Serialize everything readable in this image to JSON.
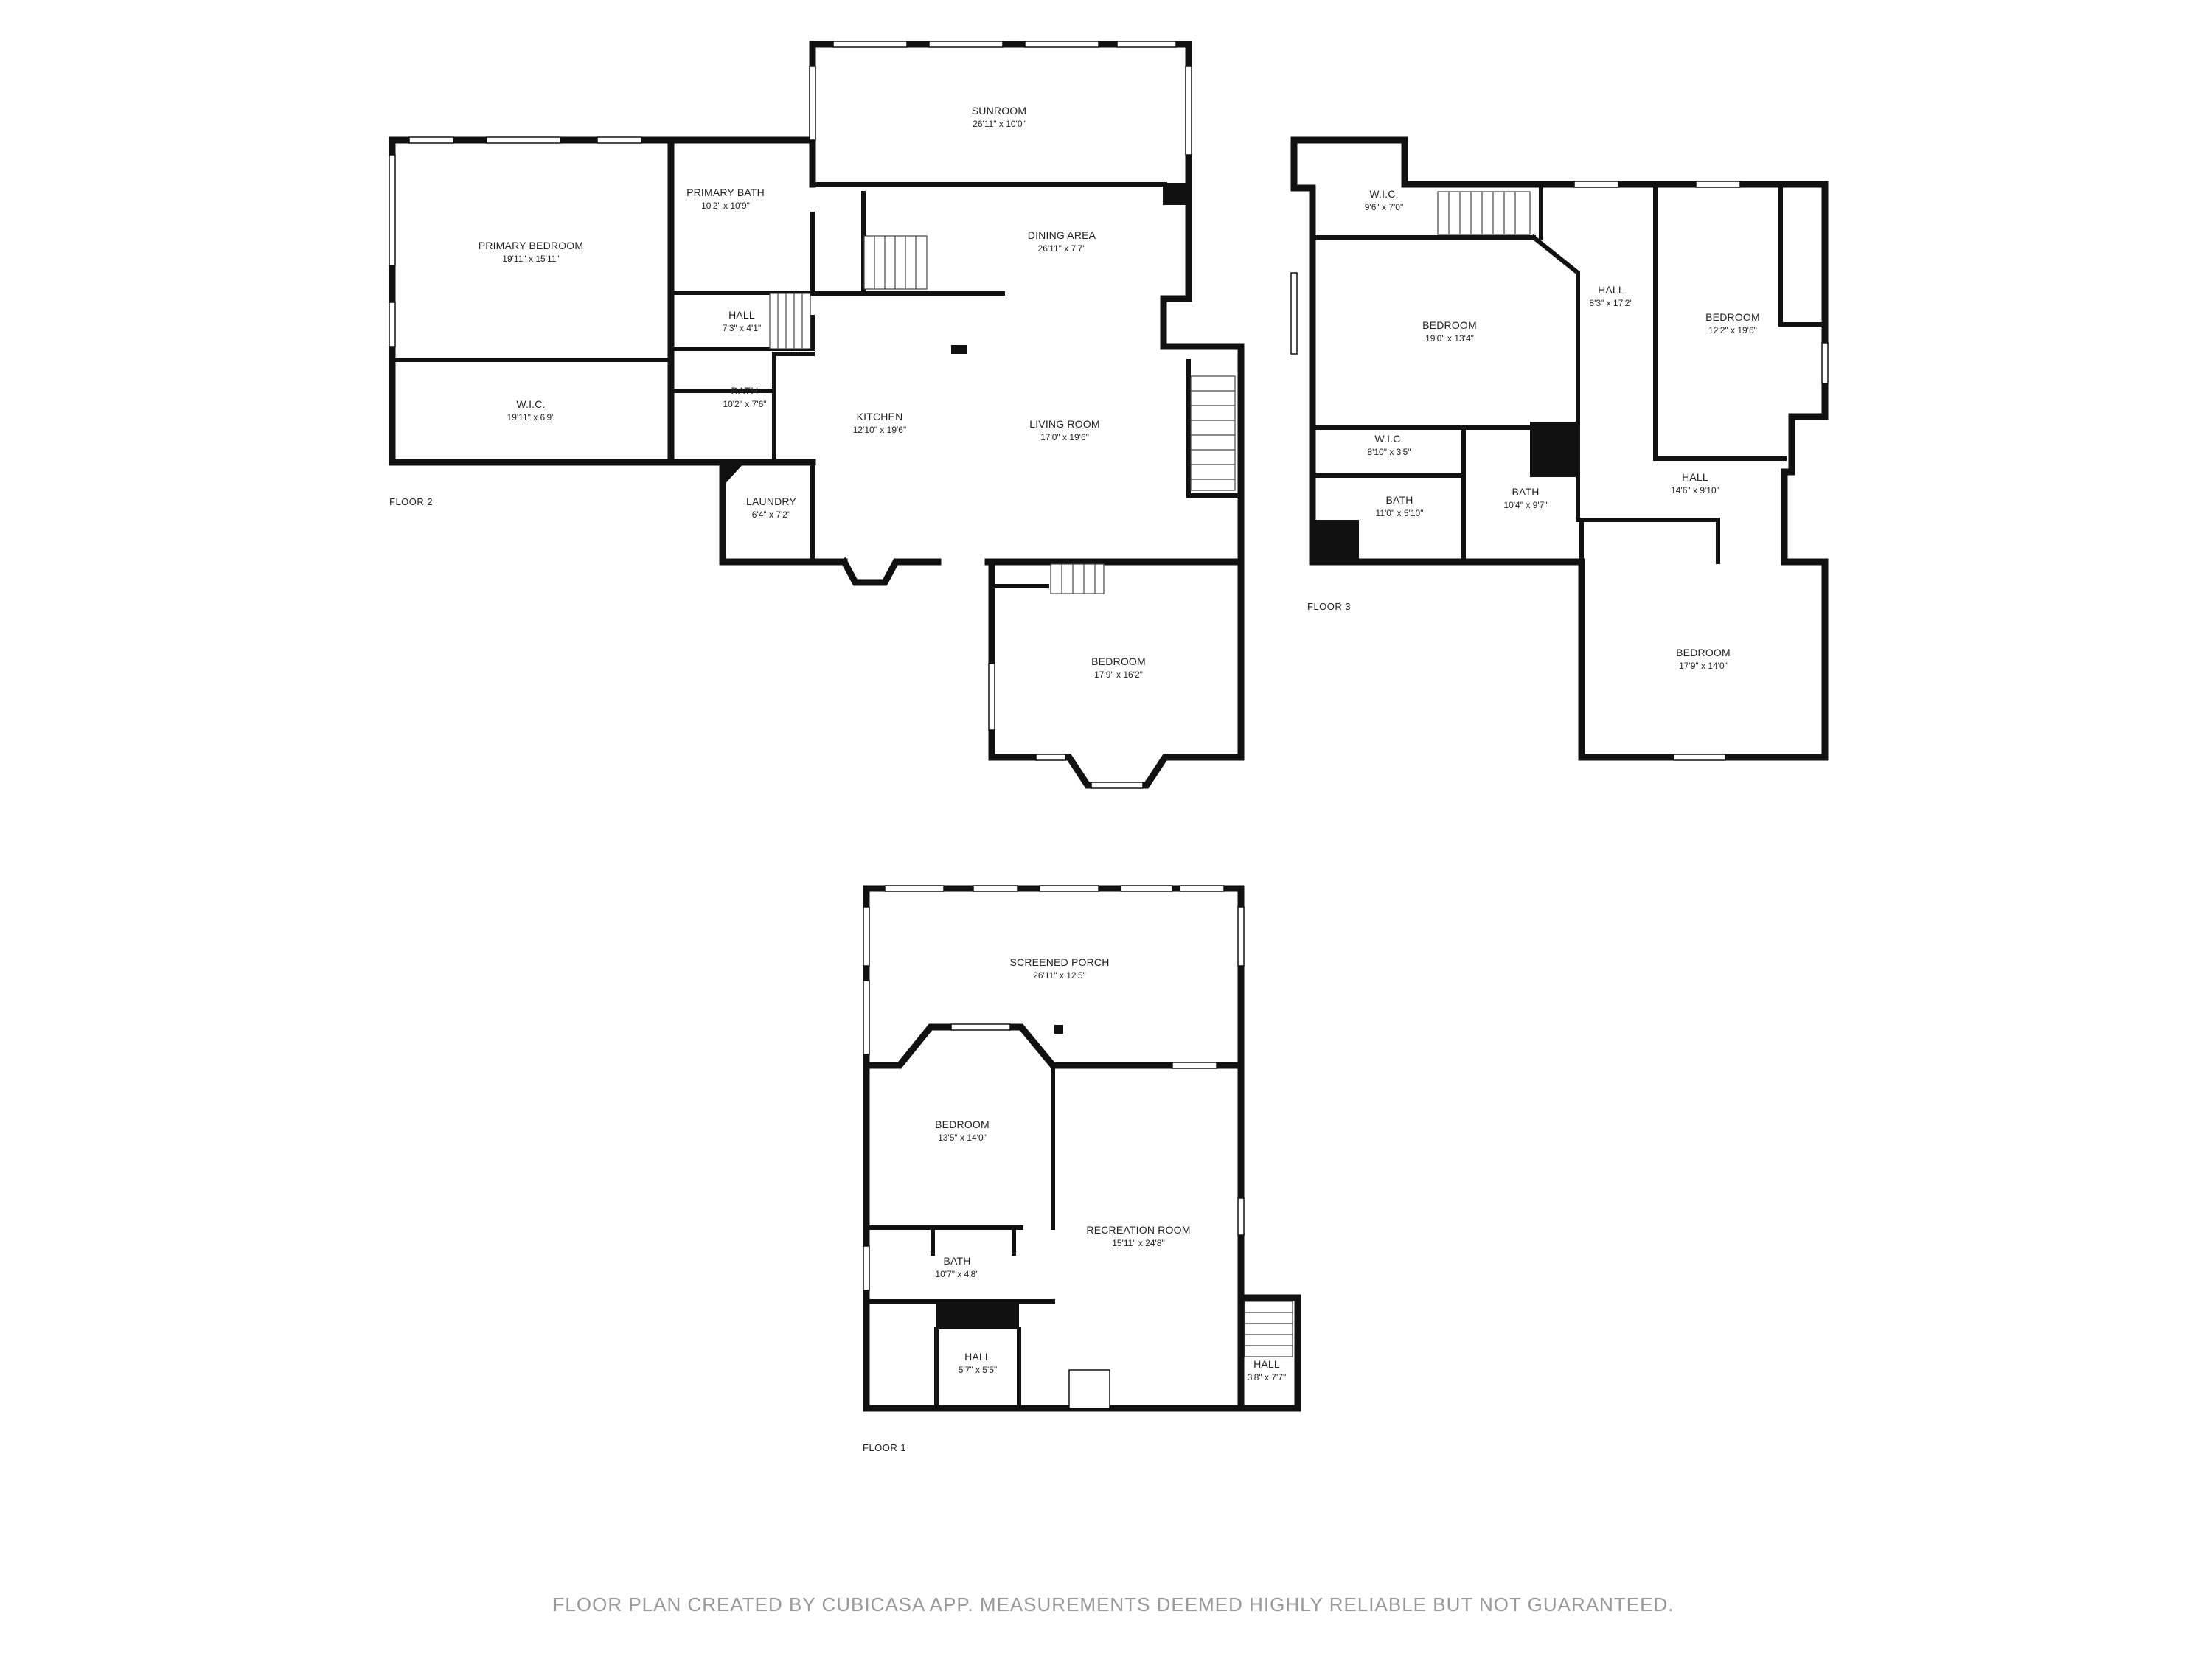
{
  "floors": [
    {
      "label": "FLOOR 2",
      "rooms": [
        {
          "name": "SUNROOM",
          "dims": "26'11\" x 10'0\""
        },
        {
          "name": "PRIMARY BEDROOM",
          "dims": "19'11\" x 15'11\""
        },
        {
          "name": "PRIMARY BATH",
          "dims": "10'2\" x 10'9\""
        },
        {
          "name": "DINING AREA",
          "dims": "26'11\" x 7'7\""
        },
        {
          "name": "HALL",
          "dims": "7'3\" x 4'1\""
        },
        {
          "name": "BATH",
          "dims": "10'2\" x 7'6\""
        },
        {
          "name": "W.I.C.",
          "dims": "19'11\" x 6'9\""
        },
        {
          "name": "KITCHEN",
          "dims": "12'10\" x 19'6\""
        },
        {
          "name": "LIVING ROOM",
          "dims": "17'0\" x 19'6\""
        },
        {
          "name": "LAUNDRY",
          "dims": "6'4\" x 7'2\""
        },
        {
          "name": "BEDROOM",
          "dims": "17'9\" x 16'2\""
        }
      ]
    },
    {
      "label": "FLOOR 3",
      "rooms": [
        {
          "name": "W.I.C.",
          "dims": "9'6\" x 7'0\""
        },
        {
          "name": "BEDROOM",
          "dims": "19'0\" x 13'4\""
        },
        {
          "name": "HALL",
          "dims": "8'3\" x 17'2\""
        },
        {
          "name": "BEDROOM",
          "dims": "12'2\" x 19'6\""
        },
        {
          "name": "W.I.C.",
          "dims": "8'10\" x 3'5\""
        },
        {
          "name": "BATH",
          "dims": "11'0\" x 5'10\""
        },
        {
          "name": "BATH",
          "dims": "10'4\" x 9'7\""
        },
        {
          "name": "HALL",
          "dims": "14'6\" x 9'10\""
        },
        {
          "name": "BEDROOM",
          "dims": "17'9\" x 14'0\""
        }
      ]
    },
    {
      "label": "FLOOR 1",
      "rooms": [
        {
          "name": "SCREENED PORCH",
          "dims": "26'11\" x 12'5\""
        },
        {
          "name": "BEDROOM",
          "dims": "13'5\" x 14'0\""
        },
        {
          "name": "RECREATION ROOM",
          "dims": "15'11\" x 24'8\""
        },
        {
          "name": "BATH",
          "dims": "10'7\" x 4'8\""
        },
        {
          "name": "HALL",
          "dims": "5'7\" x 5'5\""
        },
        {
          "name": "HALL",
          "dims": "3'8\" x 7'7\""
        }
      ]
    }
  ],
  "footer": "FLOOR PLAN CREATED BY CUBICASA APP. MEASUREMENTS DEEMED HIGHLY RELIABLE BUT NOT GUARANTEED."
}
